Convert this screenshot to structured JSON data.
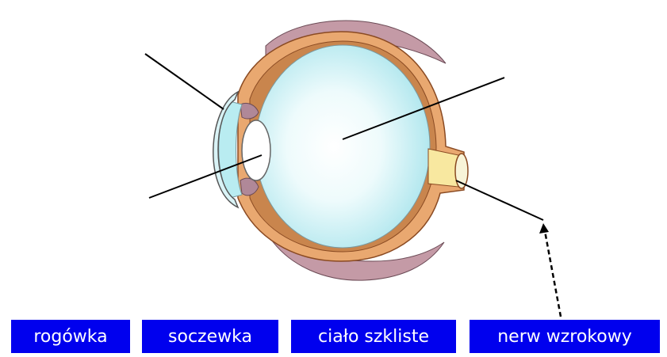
{
  "labels": [
    {
      "id": "cornea",
      "text": "rogówka"
    },
    {
      "id": "lens",
      "text": "soczewka"
    },
    {
      "id": "vitreous",
      "text": "ciało szkliste"
    },
    {
      "id": "optic-nerve",
      "text": "nerw wzrokowy"
    }
  ],
  "colors": {
    "label_bg": "#0000ee",
    "label_text": "#ffffff",
    "sclera": "#e9a870",
    "vitreous": "#b9ecf1",
    "muscle": "#c49aa6",
    "cornea": "#d9f3f6",
    "nerve": "#f8e8a0"
  }
}
